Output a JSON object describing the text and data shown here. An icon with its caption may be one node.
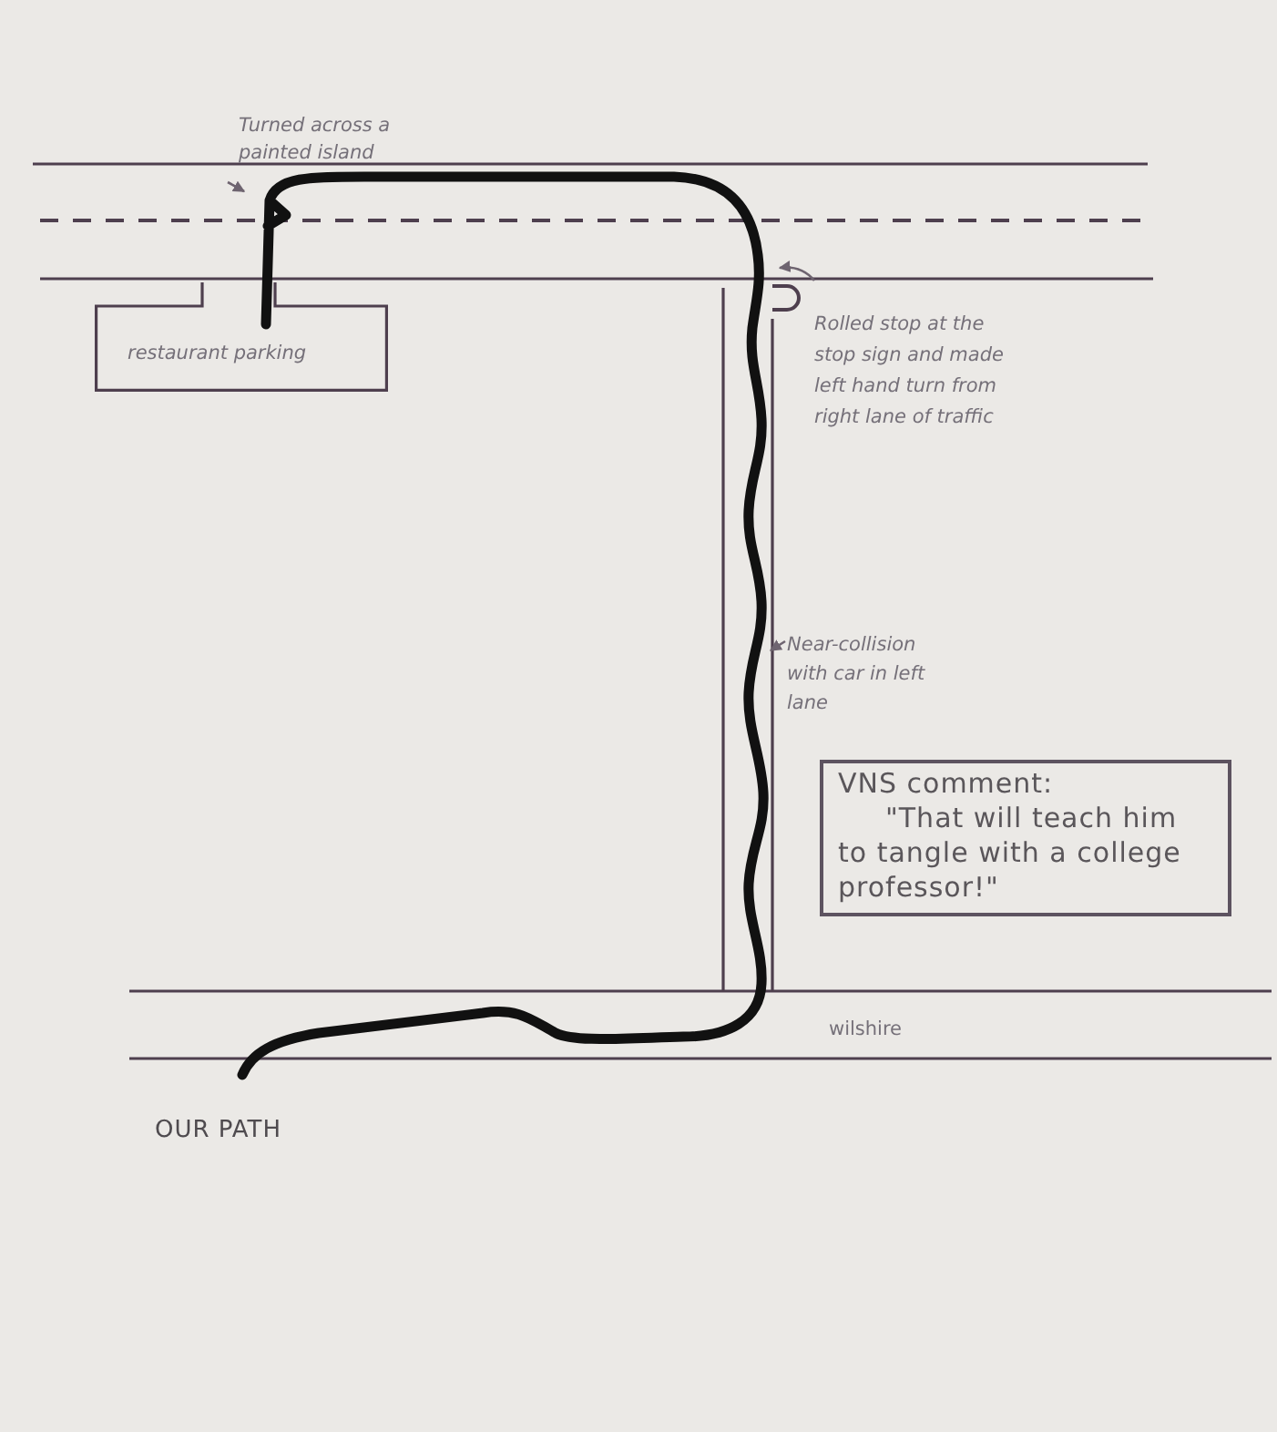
{
  "diagram": {
    "nodes": [
      {
        "text": [
          "restaurant parking"
        ]
      },
      {
        "text": [
          "VNS comment:",
          "\"That will teach him to tangle with a college professor!\""
        ]
      }
    ],
    "labels": [
      "Turned across a painted island",
      "Rolled stop at the stop sign and made left hand turn from right lane of traffic",
      "Near-collision with car in left lane",
      "wilshire",
      "OUR PATH"
    ]
  }
}
